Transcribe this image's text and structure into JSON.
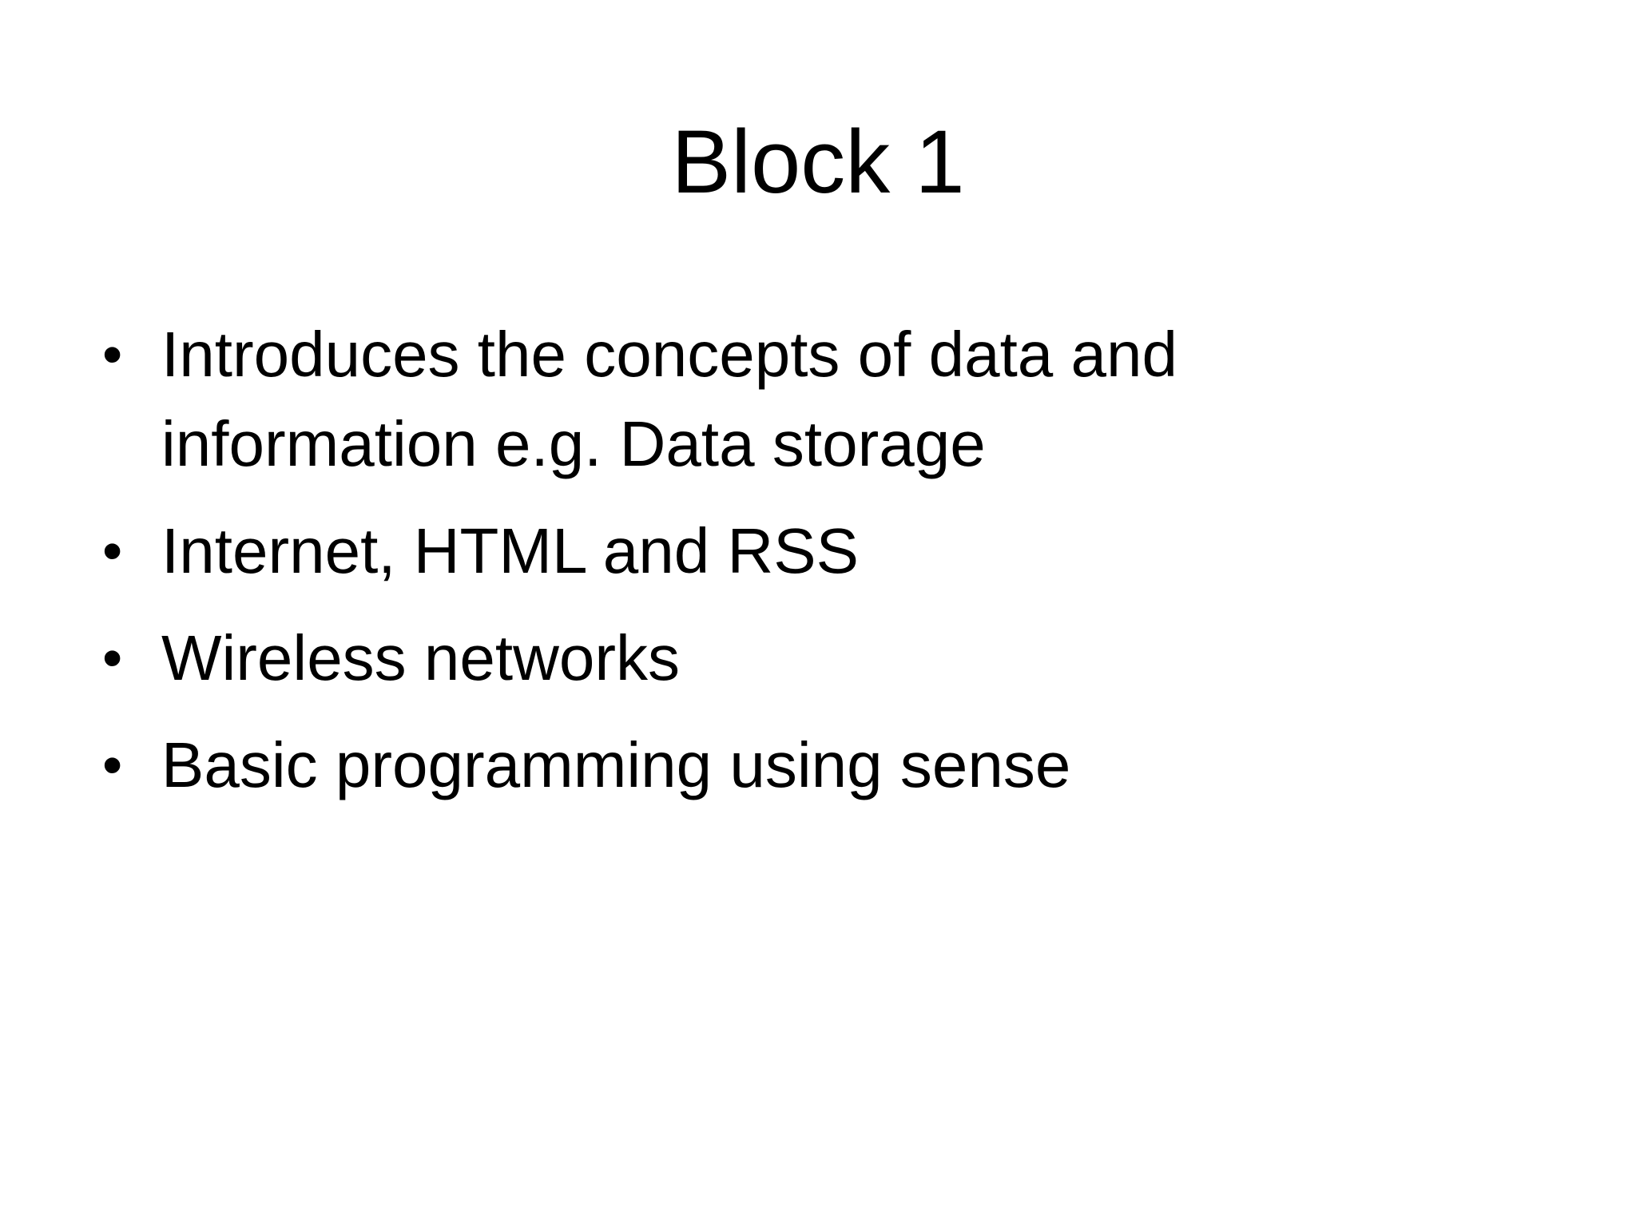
{
  "slide": {
    "title": "Block 1",
    "bullet_glyph": "•",
    "bullets": [
      "Introduces the concepts of data and information e.g. Data storage",
      "Internet, HTML and RSS",
      "Wireless networks",
      "Basic programming using sense"
    ]
  }
}
